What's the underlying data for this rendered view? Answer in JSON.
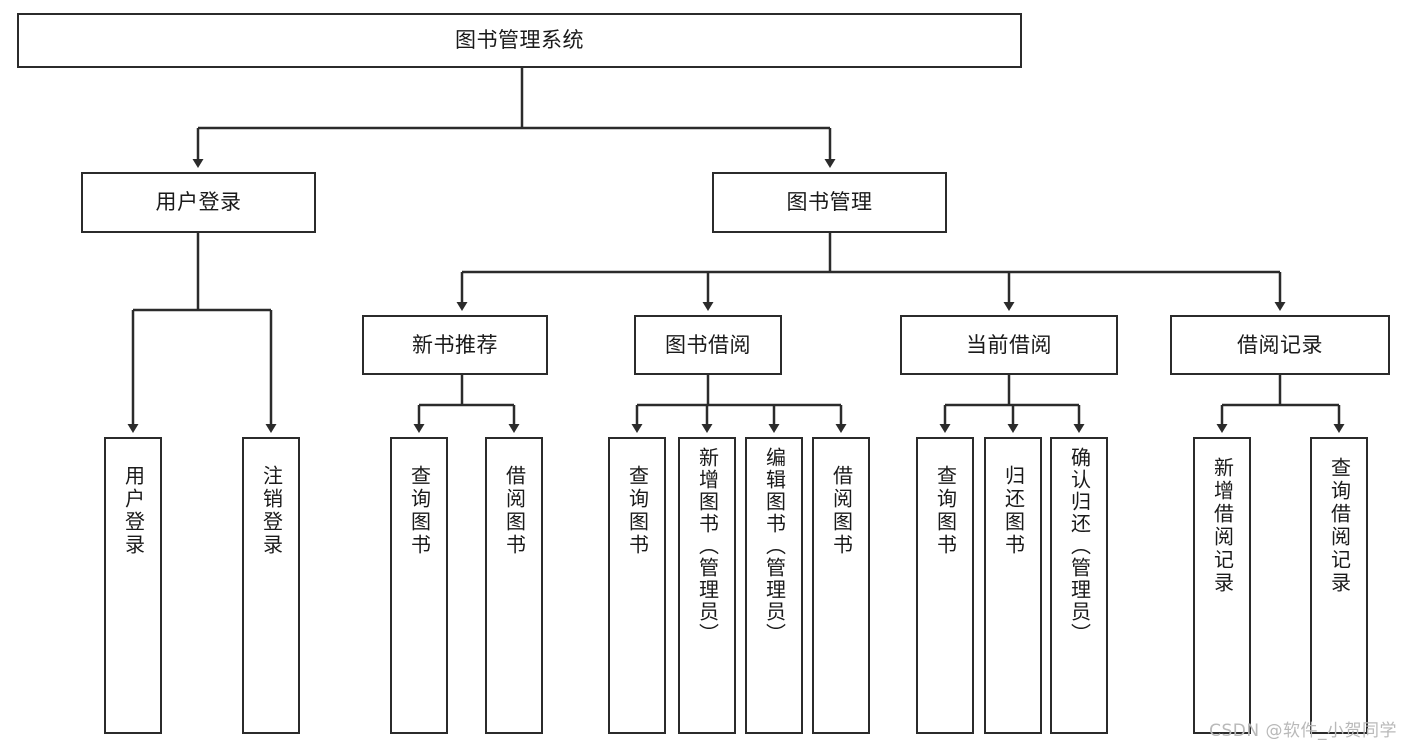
{
  "diagram": {
    "title": "图书管理系统",
    "type": "tree-hierarchy-diagram",
    "watermark": "CSDN @软件_小贺同学",
    "colors": {
      "stroke": "#2b2b2b",
      "fill": "#ffffff",
      "text": "#1a1a1a",
      "watermark": "#b9b9b9"
    },
    "levels": {
      "root": {
        "label": "图书管理系统"
      },
      "level2": [
        {
          "id": "user-login",
          "label": "用户登录"
        },
        {
          "id": "book-management",
          "label": "图书管理"
        }
      ],
      "level3": [
        {
          "id": "new-book-recommend",
          "label": "新书推荐"
        },
        {
          "id": "book-borrow",
          "label": "图书借阅"
        },
        {
          "id": "current-borrow",
          "label": "当前借阅"
        },
        {
          "id": "borrow-record",
          "label": "借阅记录"
        }
      ],
      "leaves": [
        {
          "id": "leaf-user-login",
          "label": "用户登录",
          "parent": "user-login"
        },
        {
          "id": "leaf-logout-login",
          "label": "注销登录",
          "parent": "user-login"
        },
        {
          "id": "leaf-query-book-1",
          "label": "查询图书",
          "parent": "new-book-recommend"
        },
        {
          "id": "leaf-borrow-book-1",
          "label": "借阅图书",
          "parent": "new-book-recommend"
        },
        {
          "id": "leaf-query-book-2",
          "label": "查询图书",
          "parent": "book-borrow"
        },
        {
          "id": "leaf-add-book",
          "label": "新增图书（管理员）",
          "parent": "book-borrow"
        },
        {
          "id": "leaf-edit-book",
          "label": "编辑图书（管理员）",
          "parent": "book-borrow"
        },
        {
          "id": "leaf-borrow-book-2",
          "label": "借阅图书",
          "parent": "book-borrow"
        },
        {
          "id": "leaf-query-book-3",
          "label": "查询图书",
          "parent": "current-borrow"
        },
        {
          "id": "leaf-return-book",
          "label": "归还图书",
          "parent": "current-borrow"
        },
        {
          "id": "leaf-confirm-return",
          "label": "确认归还（管理员）",
          "parent": "current-borrow"
        },
        {
          "id": "leaf-add-record",
          "label": "新增借阅记录",
          "parent": "borrow-record"
        },
        {
          "id": "leaf-query-record",
          "label": "查询借阅记录",
          "parent": "borrow-record"
        }
      ]
    }
  }
}
